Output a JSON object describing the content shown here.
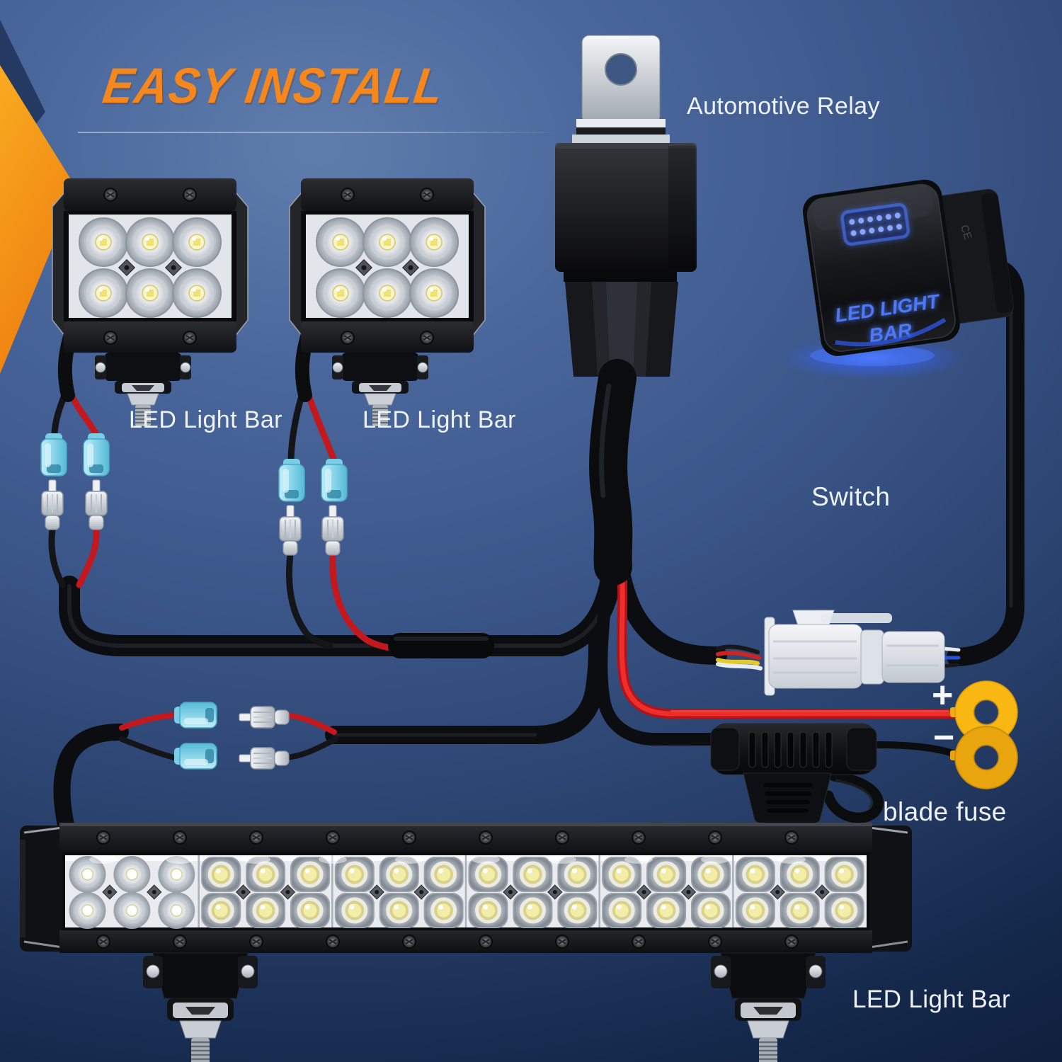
{
  "title": "EASY INSTALL",
  "labels": {
    "relay": "Automotive Relay",
    "pod1": "LED Light Bar",
    "pod2": "LED Light Bar",
    "switch": "Switch",
    "fuse": "blade fuse",
    "bar": "LED Light Bar",
    "positive": "+",
    "negative": "−"
  },
  "switch_face": {
    "line1": "LED LIGHT",
    "line2": "BAR",
    "side_print": "CE"
  },
  "colors": {
    "accent_orange": "#F7941D",
    "wire_red": "#E2201F",
    "wire_black": "#0D0E10",
    "connector_blue": "#8FD8EC",
    "ring_yellow": "#F6B213",
    "switch_glow_blue": "#3D6BFF",
    "label_white": "#EFF3F8",
    "background_top": "#5D7AAB",
    "background_bottom": "#101F3C"
  }
}
